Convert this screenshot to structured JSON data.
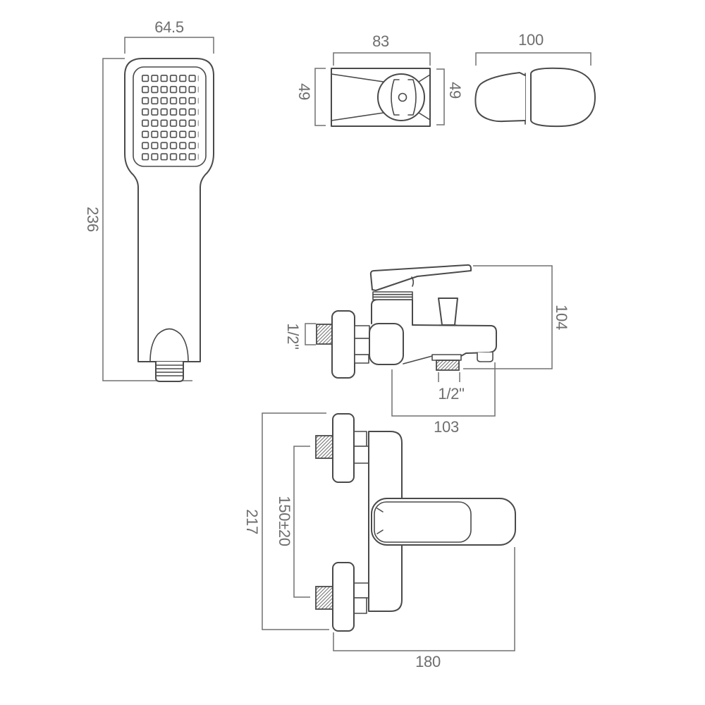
{
  "drawing": {
    "type": "technical-dimension-drawing",
    "background": "#ffffff",
    "line_color": "#4a4a4a",
    "dimension_color": "#707070",
    "label_color": "#6e6e6e",
    "views": {
      "hand_shower": {
        "width": "64.5",
        "height": "236"
      },
      "bracket_top": {
        "width": "83",
        "depth": "49"
      },
      "bracket_side": {
        "width": "100",
        "height": "49"
      },
      "mixer_side": {
        "height": "104",
        "inlet_thread": "1/2\"",
        "outlet_thread": "1/2\"",
        "depth": "103"
      },
      "mixer_front": {
        "overall_height": "217",
        "inlet_centres": "150±20",
        "width": "180"
      }
    }
  }
}
